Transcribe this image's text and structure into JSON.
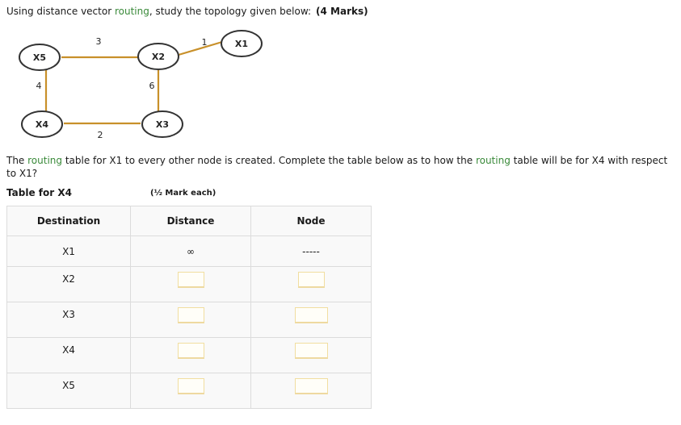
{
  "intro": {
    "prefix": "Using distance vector ",
    "link": "routing",
    "suffix": ", study the topology given below:",
    "marks": "(4 Marks)"
  },
  "topology": {
    "edge_color": "#c8902a",
    "nodes": [
      {
        "id": "X5",
        "label": "X5"
      },
      {
        "id": "X2",
        "label": "X2"
      },
      {
        "id": "X1",
        "label": "X1"
      },
      {
        "id": "X4",
        "label": "X4"
      },
      {
        "id": "X3",
        "label": "X3"
      }
    ],
    "edges": [
      {
        "from": "X5",
        "to": "X2",
        "cost": "3"
      },
      {
        "from": "X2",
        "to": "X1",
        "cost": "1"
      },
      {
        "from": "X5",
        "to": "X4",
        "cost": "4"
      },
      {
        "from": "X2",
        "to": "X3",
        "cost": "6"
      },
      {
        "from": "X4",
        "to": "X3",
        "cost": "2"
      }
    ]
  },
  "question": {
    "part1": "The ",
    "link1": "routing",
    "part2": " table for X1 to every other node is created. Complete the table below as to how the ",
    "link2": "routing",
    "part3": " table will be for X4 with respect to X1?"
  },
  "table_title": "Table for X4",
  "mark_note": "(½ Mark each)",
  "table": {
    "headers": [
      "Destination",
      "Distance",
      "Node"
    ],
    "rows": [
      {
        "destination": "X1",
        "distance": "∞",
        "node": "-----"
      },
      {
        "destination": "X2",
        "distance": "",
        "node": ""
      },
      {
        "destination": "X3",
        "distance": "",
        "node": ""
      },
      {
        "destination": "X4",
        "distance": "",
        "node": ""
      },
      {
        "destination": "X5",
        "distance": "",
        "node": ""
      }
    ]
  }
}
